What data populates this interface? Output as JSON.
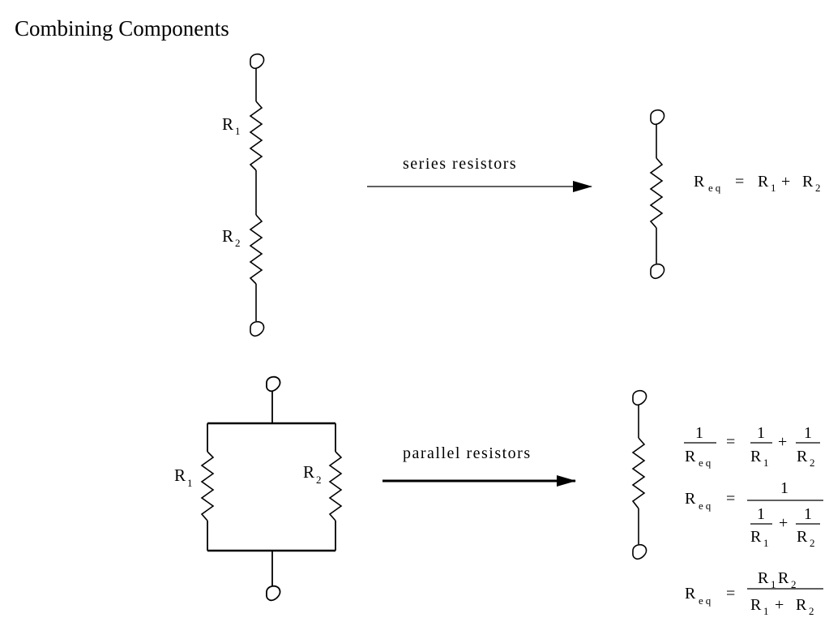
{
  "title": "Combining Components",
  "series": {
    "arrow_label": "series resistors",
    "r1": {
      "letter": "R",
      "sub": "1"
    },
    "r2": {
      "letter": "R",
      "sub": "2"
    },
    "equation": {
      "lhs": "R",
      "lhs_sub": "eq",
      "equals": "=",
      "t1": "R",
      "t1_sub": "1",
      "plus": "+",
      "t2": "R",
      "t2_sub": "2"
    }
  },
  "parallel": {
    "arrow_label": "parallel resistors",
    "r1": {
      "letter": "R",
      "sub": "1"
    },
    "r2": {
      "letter": "R",
      "sub": "2"
    },
    "eq1": {
      "one": "1",
      "lhs_den": "R",
      "lhs_den_sub": "eq",
      "equals": "=",
      "n1": "1",
      "d1": "R",
      "d1_sub": "1",
      "plus": "+",
      "n2": "1",
      "d2": "R",
      "d2_sub": "2"
    },
    "eq2": {
      "lhs": "R",
      "lhs_sub": "eq",
      "equals": "=",
      "num": "1",
      "n1": "1",
      "d1": "R",
      "d1_sub": "1",
      "plus": "+",
      "n2": "1",
      "d2": "R",
      "d2_sub": "2"
    },
    "eq3": {
      "lhs": "R",
      "lhs_sub": "eq",
      "equals": "=",
      "na": "R",
      "na_sub": "1",
      "nb": "R",
      "nb_sub": "2",
      "da": "R",
      "da_sub": "1",
      "plus": "+",
      "db": "R",
      "db_sub": "2"
    }
  }
}
